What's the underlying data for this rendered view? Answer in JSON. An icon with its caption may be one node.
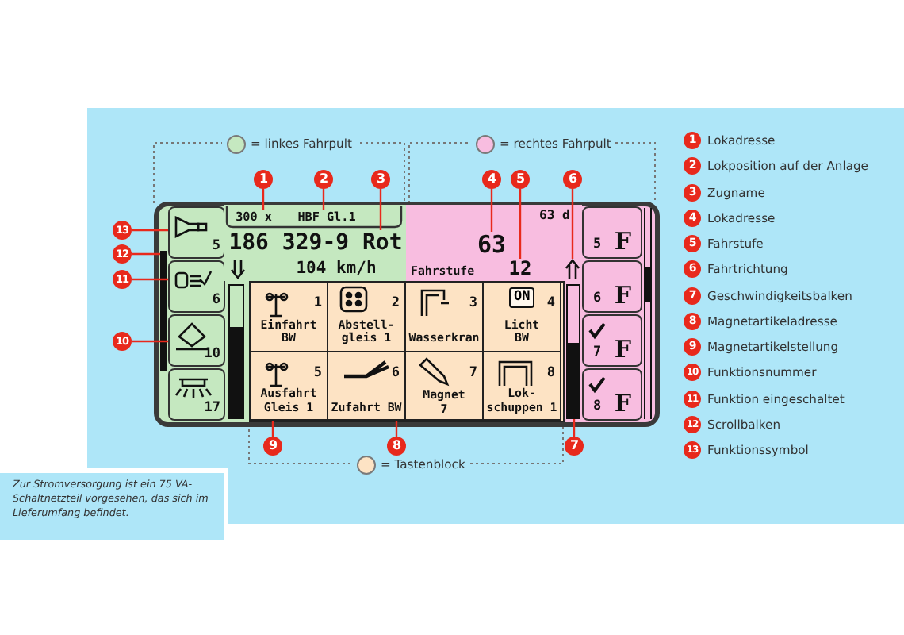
{
  "diagram": {
    "caption": "Zur Stromversorgung ist ein 75 VA-Schaltnetzteil vorgesehen, das sich im Lieferumfang befindet.",
    "nodes": [
      {
        "text": [],
        "shape": "box"
      },
      {
        "text": [
          "5"
        ],
        "in": 0
      },
      {
        "text": [
          "6"
        ],
        "in": 0
      },
      {
        "text": [
          "10"
        ],
        "in": 0
      },
      {
        "text": [
          "17"
        ],
        "in": 0
      },
      {
        "text": [],
        "shape": "bar",
        "in": 0
      },
      {
        "text": [],
        "shape": "box",
        "in": 0
      },
      {
        "text": [
          "300 x"
        ],
        "in": 6
      },
      {
        "text": [
          "HBF Gl.1"
        ],
        "in": 6
      },
      {
        "text": [
          "186 329-9 Rot"
        ],
        "in": 6
      },
      {
        "text": [
          "104 km/h"
        ],
        "in": 6
      },
      {
        "text": [],
        "shape": "arrow",
        "in": 6
      },
      {
        "text": [],
        "shape": "bar",
        "in": 0
      },
      {
        "text": [
          "63 d",
          "Fahrstufe"
        ],
        "in": 0
      },
      {
        "text": [
          "63"
        ],
        "in": 13
      },
      {
        "text": [
          "12"
        ],
        "in": 13
      },
      {
        "text": [],
        "shape": "arrow",
        "in": 13
      },
      {
        "text": [],
        "shape": "bar",
        "in": 0
      },
      {
        "text": [],
        "shape": "box",
        "in": 0
      },
      {
        "text": [
          "1",
          "Einfahrt BW"
        ],
        "in": 18
      },
      {
        "text": [
          "2",
          "Abstell- gleis 1"
        ],
        "in": 18
      },
      {
        "text": [
          "3",
          "Wasserkran"
        ],
        "in": 18
      },
      {
        "text": [
          "ON",
          "4",
          "Licht BW"
        ],
        "in": 18
      },
      {
        "text": [
          "5",
          "Ausfahrt Gleis 1"
        ],
        "in": 18
      },
      {
        "text": [
          "6",
          "Zufahrt BW"
        ],
        "in": 18
      },
      {
        "text": [
          "7",
          "Magnet",
          "7"
        ],
        "in": 18
      },
      {
        "text": [
          "8",
          "Lok- schuppen 1"
        ],
        "in": 18
      },
      {
        "text": [
          "5",
          "F"
        ],
        "in": 0
      },
      {
        "text": [
          "6",
          "F"
        ],
        "in": 0
      },
      {
        "text": [
          "7",
          "F"
        ],
        "in": 0
      },
      {
        "text": [
          "8",
          "F"
        ],
        "in": 0
      },
      {
        "text": [],
        "shape": "bar",
        "in": 0
      },
      {
        "text": [
          "1"
        ]
      },
      {
        "text": [
          "2"
        ]
      },
      {
        "text": [
          "3"
        ]
      },
      {
        "text": [
          "4"
        ]
      },
      {
        "text": [
          "5"
        ]
      },
      {
        "text": [
          "6"
        ]
      },
      {
        "text": [
          "7"
        ]
      },
      {
        "text": [
          "8"
        ]
      },
      {
        "text": [
          "9"
        ]
      },
      {
        "text": [
          "10"
        ]
      },
      {
        "text": [
          "11"
        ]
      },
      {
        "text": [
          "12"
        ]
      },
      {
        "text": [
          "13"
        ]
      },
      {
        "text": [
          "1"
        ],
        "beside": [
          "Lokadresse"
        ]
      },
      {
        "text": [
          "2"
        ],
        "beside": [
          "Lokposition auf der Anlage"
        ]
      },
      {
        "text": [
          "3"
        ],
        "beside": [
          "Zugname"
        ]
      },
      {
        "text": [
          "4"
        ],
        "beside": [
          "Lokadresse"
        ]
      },
      {
        "text": [
          "5"
        ],
        "beside": [
          "Fahrstufe"
        ]
      },
      {
        "text": [
          "6"
        ],
        "beside": [
          "Fahrtrichtung"
        ]
      },
      {
        "text": [
          "7"
        ],
        "beside": [
          "Geschwindigkeitsbalken"
        ]
      },
      {
        "text": [
          "8"
        ],
        "beside": [
          "Magnetartikeladresse"
        ]
      },
      {
        "text": [
          "9"
        ],
        "beside": [
          "Magnetartikelstellung"
        ]
      },
      {
        "text": [
          "10"
        ],
        "beside": [
          "Funktionsnummer"
        ]
      },
      {
        "text": [
          "11"
        ],
        "beside": [
          "Funktion eingeschaltet"
        ]
      },
      {
        "text": [
          "12"
        ],
        "beside": [
          "Scrollbalken"
        ]
      },
      {
        "text": [
          "13"
        ],
        "beside": [
          "Funktionssymbol"
        ]
      }
    ],
    "edges": [
      {
        "from": 32,
        "to": 7,
        "arrow": "none"
      },
      {
        "from": 33,
        "to": 8,
        "arrow": "none"
      },
      {
        "from": 34,
        "to": 9,
        "arrow": "none"
      },
      {
        "from": 35,
        "to": 14,
        "arrow": "none"
      },
      {
        "from": 36,
        "to": 15,
        "arrow": "none"
      },
      {
        "from": 37,
        "to": 16,
        "arrow": "none"
      },
      {
        "from": 38,
        "to": 17,
        "arrow": "none"
      },
      {
        "from": 39,
        "to": 24,
        "arrow": "none"
      },
      {
        "from": 40,
        "to": 23,
        "arrow": "none"
      },
      {
        "from": 41,
        "to": 3,
        "arrow": "none"
      },
      {
        "from": 42,
        "to": 2,
        "arrow": "none"
      },
      {
        "from": 43,
        "to": 5,
        "arrow": "none"
      },
      {
        "from": 44,
        "to": 1,
        "arrow": "none"
      }
    ],
    "legend": [
      {
        "text": "= linkes Fahrpult",
        "color": "#c5e8c0"
      },
      {
        "text": "= rechtes Fahrpult",
        "color": "#f8bde0"
      },
      {
        "text": "= Tastenblock",
        "color": "#fde3c4"
      }
    ]
  }
}
